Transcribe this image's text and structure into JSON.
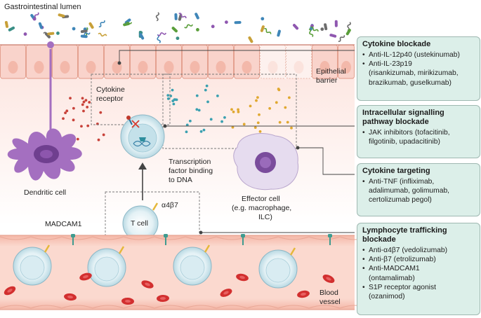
{
  "labels": {
    "lumen": "Gastrointestinal lumen",
    "epithelial": "Epithelial",
    "barrier": "barrier",
    "cytokine": "Cytokine",
    "receptor": "receptor",
    "dendritic": "Dendritic cell",
    "transcription1": "Transcription",
    "transcription2": "factor binding",
    "transcription3": "to DNA",
    "effector1": "Effector cell",
    "effector2": "(e.g. macrophage,",
    "effector3": "ILC)",
    "tcell": "T cell",
    "integrin": "α4β7",
    "madcam": "MADCAM1",
    "blood": "Blood",
    "vessel": "vessel"
  },
  "boxes": [
    {
      "title_lines": [
        "Cytokine blockade"
      ],
      "items": [
        [
          "Anti-IL-12p40 (ustekinumab)"
        ],
        [
          "Anti-IL-23p19",
          "(risankizumab, mirikizumab,",
          "brazikumab, guselkumab)"
        ]
      ]
    },
    {
      "title_lines": [
        "Intracellular signalling",
        "pathway blockade"
      ],
      "items": [
        [
          "JAK inhibitors (tofacitinib,",
          "filgotinib, upadacitinib)"
        ]
      ]
    },
    {
      "title_lines": [
        "Cytokine targeting"
      ],
      "items": [
        [
          "Anti-TNF (infliximab,",
          "adalimumab, golimumab,",
          "certolizumab pegol)"
        ]
      ]
    },
    {
      "title_lines": [
        "Lymphocyte trafficking",
        "blockade"
      ],
      "items": [
        [
          "Anti-α4β7 (vedolizumab)"
        ],
        [
          "Anti-β7 (etrolizumab)"
        ],
        [
          "Anti-MADCAM1",
          "(ontamalimab)"
        ],
        [
          "S1P receptor agonist",
          "(ozanimod)"
        ]
      ]
    }
  ],
  "colors": {
    "cell_pink": "#f9d3cb",
    "vessel_pink": "#f7c9bd",
    "tcell_blue": "#cfe6ee",
    "dendritic_purple": "#a46fc0",
    "effector_lilac": "#e6dcef",
    "box_green": "#dcefe9",
    "rbc_red": "#d22f2f",
    "integrin_yellow": "#e5b83a",
    "madcam_teal": "#3f9b8f"
  }
}
